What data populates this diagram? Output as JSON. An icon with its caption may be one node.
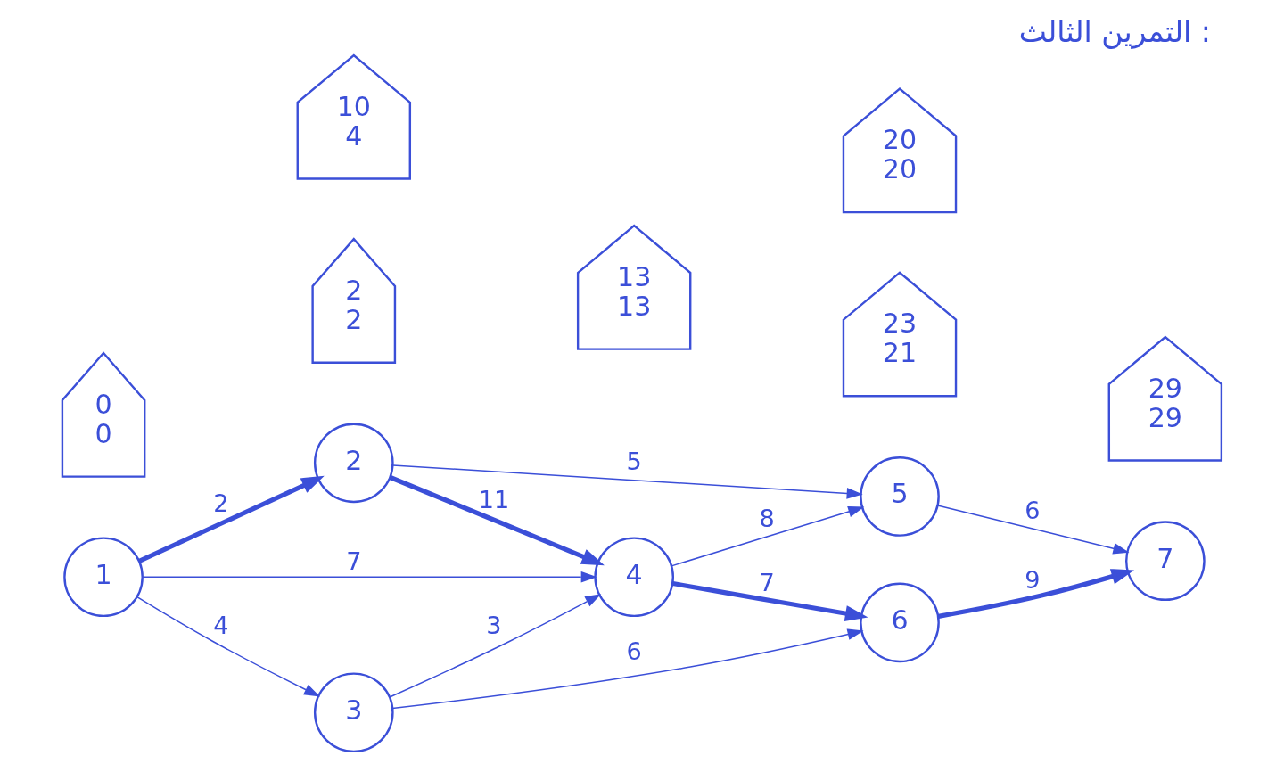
{
  "diagram": {
    "title": "التمرين الثالث :",
    "nodes": [
      {
        "text": [
          "1"
        ]
      },
      {
        "text": [
          "2"
        ]
      },
      {
        "text": [
          "3"
        ]
      },
      {
        "text": [
          "4"
        ]
      },
      {
        "text": [
          "5"
        ]
      },
      {
        "text": [
          "6"
        ]
      },
      {
        "text": [
          "7"
        ]
      },
      {
        "text": [
          "0",
          "0"
        ]
      },
      {
        "text": [
          "2",
          "2"
        ]
      },
      {
        "text": [
          "10",
          "4"
        ]
      },
      {
        "text": [
          "13",
          "13"
        ]
      },
      {
        "text": [
          "23",
          "21"
        ]
      },
      {
        "text": [
          "20",
          "20"
        ]
      },
      {
        "text": [
          "29",
          "29"
        ]
      }
    ],
    "edges": [
      {
        "from": 0,
        "to": 1,
        "arrow": "to",
        "label": "2",
        "style": "thick"
      },
      {
        "from": 0,
        "to": 3,
        "arrow": "to",
        "label": "7"
      },
      {
        "from": 0,
        "to": 2,
        "arrow": "to",
        "label": "4"
      },
      {
        "from": 1,
        "to": 4,
        "arrow": "to",
        "label": "5"
      },
      {
        "from": 1,
        "to": 3,
        "arrow": "to",
        "label": "11",
        "style": "thick"
      },
      {
        "from": 2,
        "to": 3,
        "arrow": "to",
        "label": "3"
      },
      {
        "from": 2,
        "to": 5,
        "arrow": "to",
        "label": "6"
      },
      {
        "from": 3,
        "to": 4,
        "arrow": "to",
        "label": "8"
      },
      {
        "from": 3,
        "to": 5,
        "arrow": "to",
        "label": "7",
        "style": "thick"
      },
      {
        "from": 4,
        "to": 6,
        "arrow": "to",
        "label": "6"
      },
      {
        "from": 5,
        "to": 6,
        "arrow": "to",
        "label": "9",
        "style": "thick"
      }
    ]
  }
}
